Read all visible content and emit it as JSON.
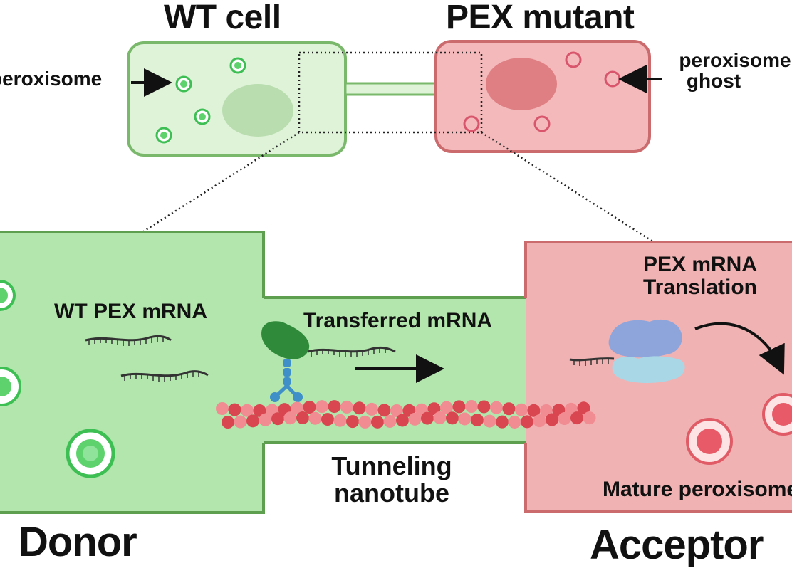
{
  "top": {
    "wt_cell_title": "WT cell",
    "pex_mutant_title": "PEX mutant",
    "peroxisome_label": "peroxisome",
    "ghost_label_line1": "peroxisome",
    "ghost_label_line2": "ghost"
  },
  "bottom": {
    "wt_pex_mrna": "WT PEX mRNA",
    "transferred_mrna": "Transferred mRNA",
    "translation_line1": "PEX mRNA",
    "translation_line2": "Translation",
    "tnt_line1": "Tunneling",
    "tnt_line2": "nanotube",
    "mature_peroxisome": "Mature peroxisome",
    "donor": "Donor",
    "acceptor": "Acceptor"
  },
  "colors": {
    "donor_fill": "#b3e6ad",
    "donor_stroke": "#5e9e4f",
    "acceptor_fill": "#f0b2b2",
    "acceptor_stroke": "#cc6b6e",
    "peroxisome_green": "#3dbf53",
    "ghost_pink": "#d8556c",
    "actin_red": "#d94650",
    "ribosome_blue": "#8ea5dc",
    "motor_green": "#2f8a3a",
    "motor_blue": "#3f8fc8"
  }
}
